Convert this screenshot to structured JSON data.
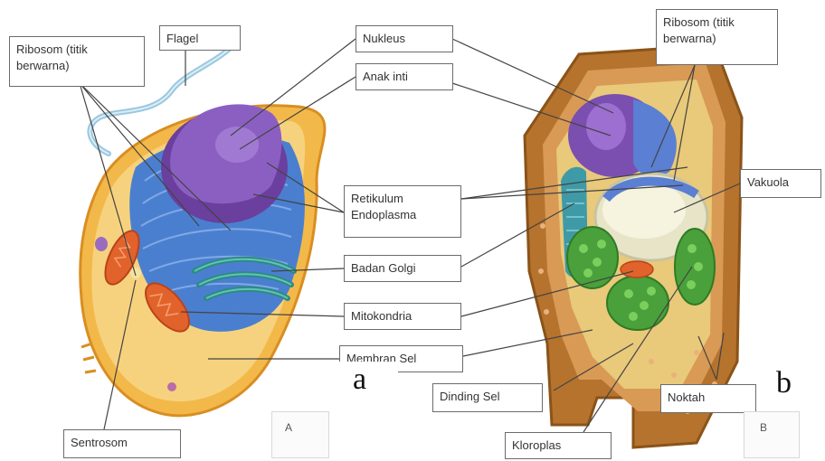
{
  "labels": {
    "ribosom_left": "Ribosom (titik berwarna)",
    "flagel": "Flagel",
    "nukleus": "Nukleus",
    "anak_inti": "Anak inti",
    "ribosom_right": "Ribosom (titik berwarna)",
    "retikulum": "Retikulum Endoplasma",
    "vakuola": "Vakuola",
    "badan_golgi": "Badan Golgi",
    "mitokondria": "Mitokondria",
    "membran_sel": "Membran Sel",
    "dinding_sel": "Dinding Sel",
    "noktah": "Noktah",
    "sentrosom": "Sentrosom",
    "kloroplas": "Kloroplas"
  },
  "panel_letters": {
    "left": "a",
    "right": "b"
  },
  "panel_tags": {
    "left": "A",
    "right": "B"
  },
  "colors": {
    "animal_membrane": "#f2b94a",
    "cytoplasm": "#f7d27e",
    "er_blue": "#4a7fd0",
    "nucleus_purple": "#7b4fb0",
    "golgi_teal": "#3aa39a",
    "mitochondria_orange": "#e2622b",
    "chloroplast_green": "#4aa03a",
    "cell_wall_brown": "#b5732e"
  }
}
